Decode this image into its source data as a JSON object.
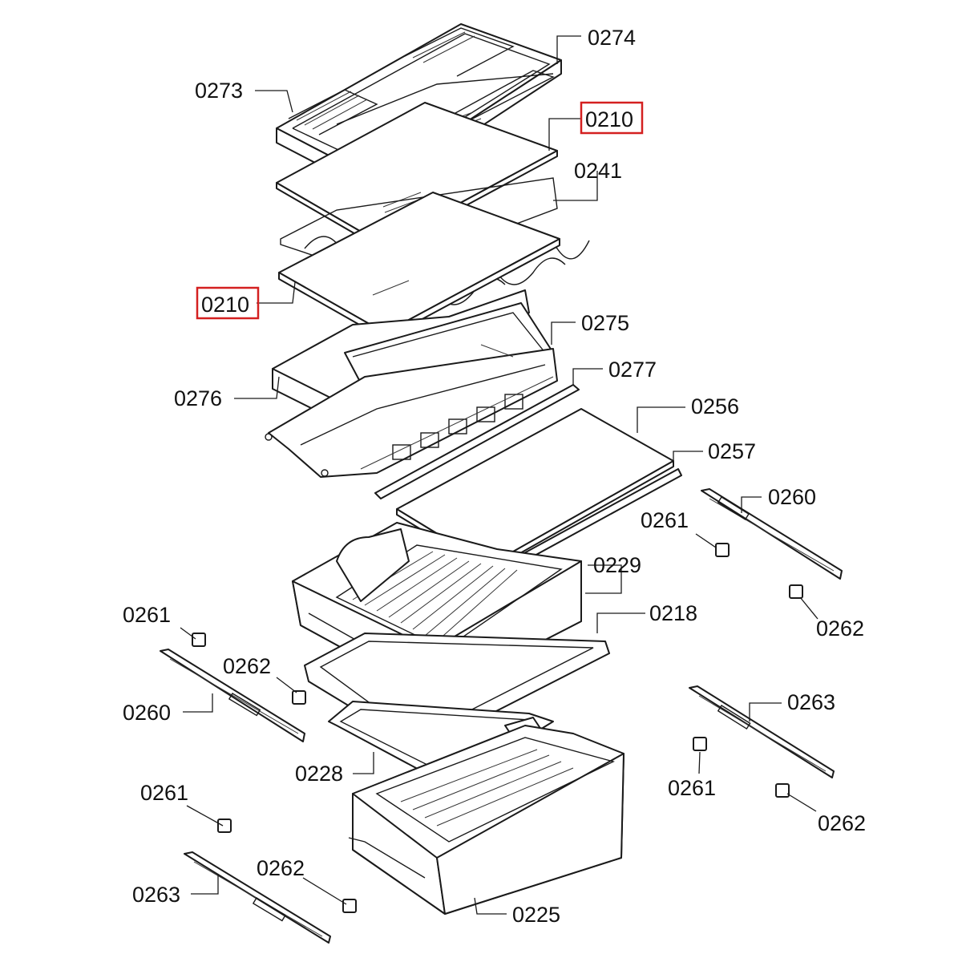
{
  "highlight_color": "#d42020",
  "callouts": [
    {
      "id": "c0274",
      "text": "0274",
      "highlighted": false
    },
    {
      "id": "c0273",
      "text": "0273",
      "highlighted": false
    },
    {
      "id": "c0210a",
      "text": "0210",
      "highlighted": true
    },
    {
      "id": "c0241",
      "text": "0241",
      "highlighted": false
    },
    {
      "id": "c0210b",
      "text": "0210",
      "highlighted": true
    },
    {
      "id": "c0275",
      "text": "0275",
      "highlighted": false
    },
    {
      "id": "c0277",
      "text": "0277",
      "highlighted": false
    },
    {
      "id": "c0276",
      "text": "0276",
      "highlighted": false
    },
    {
      "id": "c0256",
      "text": "0256",
      "highlighted": false
    },
    {
      "id": "c0257",
      "text": "0257",
      "highlighted": false
    },
    {
      "id": "c0260r",
      "text": "0260",
      "highlighted": false
    },
    {
      "id": "c0261r",
      "text": "0261",
      "highlighted": false
    },
    {
      "id": "c0229",
      "text": "0229",
      "highlighted": false
    },
    {
      "id": "c0218",
      "text": "0218",
      "highlighted": false
    },
    {
      "id": "c0262r",
      "text": "0262",
      "highlighted": false
    },
    {
      "id": "c0261l",
      "text": "0261",
      "highlighted": false
    },
    {
      "id": "c0262l",
      "text": "0262",
      "highlighted": false
    },
    {
      "id": "c0260l",
      "text": "0260",
      "highlighted": false
    },
    {
      "id": "c0263r",
      "text": "0263",
      "highlighted": false
    },
    {
      "id": "c0228",
      "text": "0228",
      "highlighted": false
    },
    {
      "id": "c0261r2",
      "text": "0261",
      "highlighted": false
    },
    {
      "id": "c0262r2",
      "text": "0262",
      "highlighted": false
    },
    {
      "id": "c0261l2",
      "text": "0261",
      "highlighted": false
    },
    {
      "id": "c0262l2",
      "text": "0262",
      "highlighted": false
    },
    {
      "id": "c0263l",
      "text": "0263",
      "highlighted": false
    },
    {
      "id": "c0225",
      "text": "0225",
      "highlighted": false
    }
  ]
}
